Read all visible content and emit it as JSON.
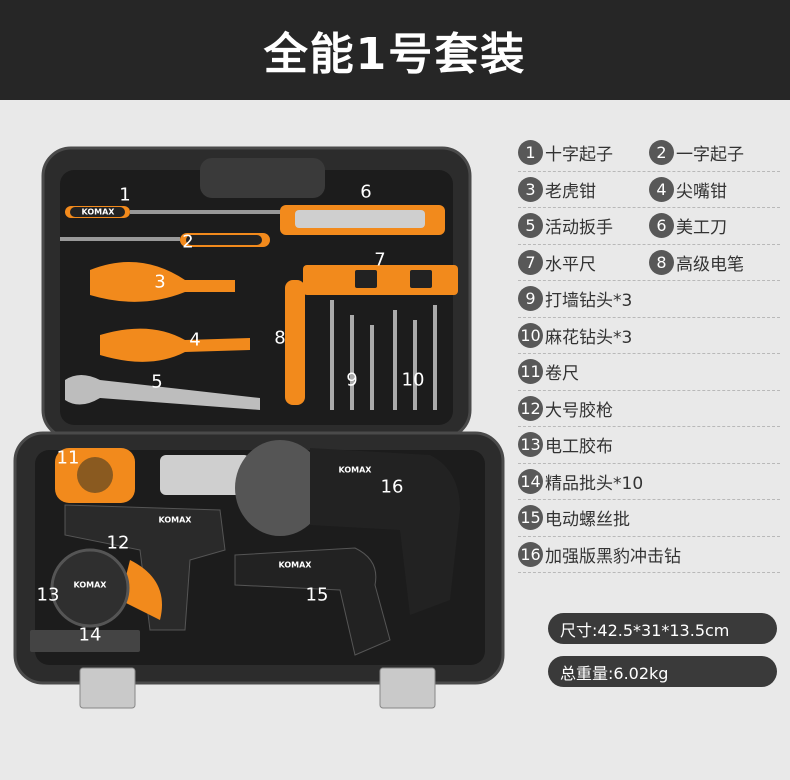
{
  "title": "全能1号套装",
  "brand": "KOMAX",
  "items": [
    {
      "num": "1",
      "label": "十字起子"
    },
    {
      "num": "2",
      "label": "一字起子"
    },
    {
      "num": "3",
      "label": "老虎钳"
    },
    {
      "num": "4",
      "label": "尖嘴钳"
    },
    {
      "num": "5",
      "label": "活动扳手"
    },
    {
      "num": "6",
      "label": "美工刀"
    },
    {
      "num": "7",
      "label": "水平尺"
    },
    {
      "num": "8",
      "label": "高级电笔"
    },
    {
      "num": "9",
      "label": "打墙钻头*3"
    },
    {
      "num": "10",
      "label": "麻花钻头*3"
    },
    {
      "num": "11",
      "label": "卷尺"
    },
    {
      "num": "12",
      "label": "大号胶枪"
    },
    {
      "num": "13",
      "label": "电工胶布"
    },
    {
      "num": "14",
      "label": "精品批头*10"
    },
    {
      "num": "15",
      "label": "电动螺丝批"
    },
    {
      "num": "16",
      "label": "加强版黑豹冲击钻"
    }
  ],
  "specs": {
    "size": "尺寸:42.5*31*13.5cm",
    "weight": "总重量:6.02kg"
  },
  "colors": {
    "accent": "#f28a1c",
    "header_bg": "#262626",
    "case": "#2b2b2b"
  }
}
